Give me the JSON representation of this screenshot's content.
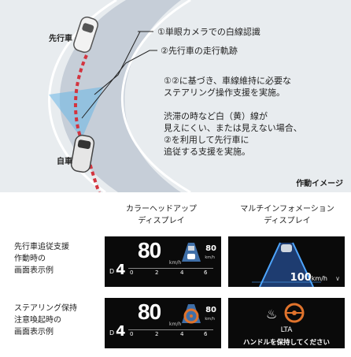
{
  "diagram": {
    "leading_car_label": "先行車",
    "own_car_label": "自車",
    "callout_1": "①単眼カメラでの白線認識",
    "callout_2": "②先行車の走行軌跡",
    "para1_line1": "①②に基づき、車線維持に必要な",
    "para1_line2": "ステアリング操作支援を実施。",
    "para2_line1": "渋滞の時など白（黄）線が",
    "para2_line2": "見えにくい、または見えない場合、",
    "para2_line3": "②を利用して先行車に",
    "para2_line4": "追従する支援を実施。",
    "caption": "作動イメージ"
  },
  "columns": {
    "hud_line1": "カラーヘッドアップ",
    "hud_line2": "ディスプレイ",
    "mid_line1": "マルチインフォメーション",
    "mid_line2": "ディスプレイ"
  },
  "rows": [
    {
      "line1": "先行車追従支援",
      "line2": "作動時の",
      "line3": "画面表示例"
    },
    {
      "line1": "ステアリング保持",
      "line2": "注意喚起時の",
      "line3": "画面表示例"
    }
  ],
  "hud": {
    "speed": "80",
    "unit": "km/h",
    "set_speed": "80",
    "set_unit": "km/h",
    "gear": "D",
    "gear_num": "4",
    "tick_0": "0",
    "tick_2": "2",
    "tick_4": "4",
    "tick_6": "6"
  },
  "mid": {
    "speed": "100",
    "unit": "km/h",
    "chevron": "∨",
    "lta": "LTA",
    "message": "ハンドルを保持してください"
  },
  "colors": {
    "road": "#c9d0d8",
    "lane": "#ffffff",
    "trajectory": "#d3343f",
    "sensor": "#6ab6e6",
    "hud_bg": "#0a0a0a",
    "warning": "#e0732c"
  }
}
